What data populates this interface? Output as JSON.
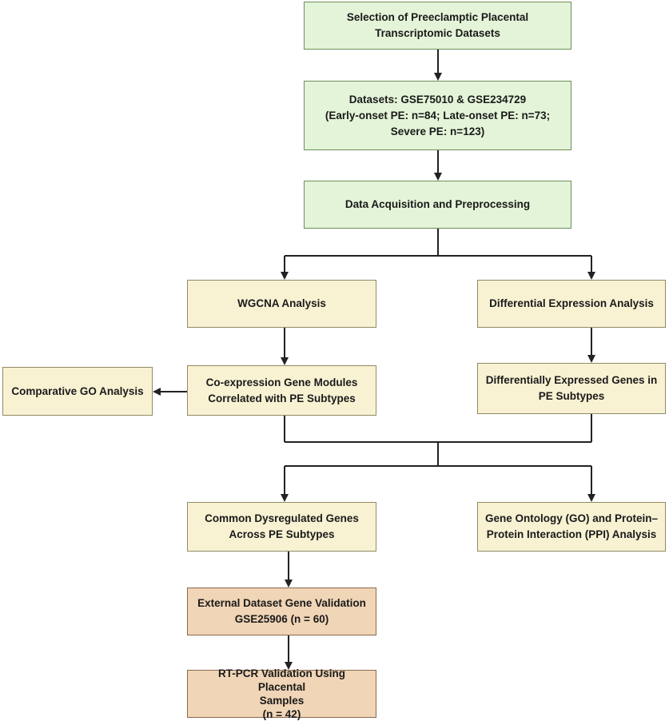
{
  "colors": {
    "green_fill": "#e4f4d8",
    "yellow_fill": "#f8f2d3",
    "tan_fill": "#f0d5b6",
    "connector": "#222222"
  },
  "nodes": {
    "selection": {
      "lines": [
        "Selection of Preeclamptic Placental",
        "Transcriptomic Datasets"
      ]
    },
    "datasets": {
      "lines": [
        "Datasets: GSE75010 & GSE234729",
        "(Early-onset PE: n=84; Late-onset PE: n=73;",
        "Severe PE: n=123)"
      ]
    },
    "acquisition": {
      "lines": [
        "Data Acquisition and Preprocessing"
      ]
    },
    "wgcna": {
      "lines": [
        "WGCNA Analysis"
      ]
    },
    "differential": {
      "lines": [
        "Differential Expression Analysis"
      ]
    },
    "coexpression": {
      "lines": [
        "Co-expression Gene Modules",
        "Correlated with PE Subtypes"
      ]
    },
    "comparative_go": {
      "lines": [
        "Comparative GO Analysis"
      ]
    },
    "deg": {
      "lines": [
        "Differentially Expressed Genes in",
        "PE Subtypes"
      ]
    },
    "common": {
      "lines": [
        "Common Dysregulated Genes",
        "Across PE Subtypes"
      ]
    },
    "go_ppi": {
      "lines": [
        "Gene Ontology (GO) and Protein–",
        "Protein Interaction (PPI) Analysis"
      ]
    },
    "external": {
      "lines": [
        "External Dataset Gene Validation",
        "GSE25906 (n = 60)"
      ]
    },
    "rtpcr": {
      "lines": [
        "RT-PCR Validation Using Placental",
        "Samples",
        "(n = 42)"
      ]
    }
  }
}
